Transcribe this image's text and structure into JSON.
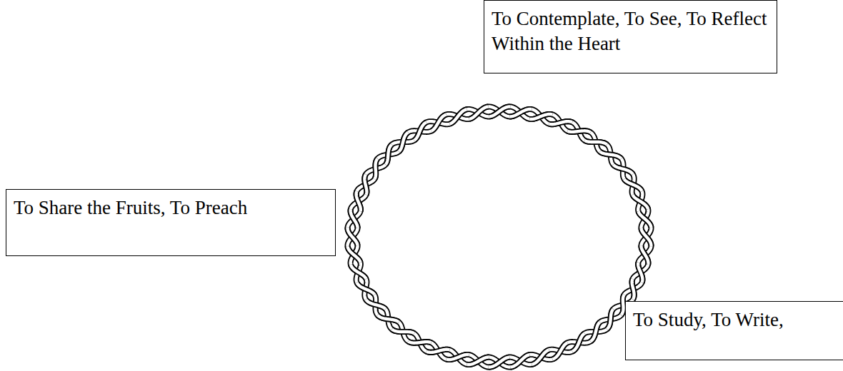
{
  "diagram": {
    "nodes": [
      {
        "text": [
          "To Contemplate, To See, To Reflect Within the Heart"
        ]
      },
      {
        "text": [
          "To Share the Fruits, To Preach"
        ]
      },
      {
        "text": [
          "To Study, To Write,"
        ]
      }
    ]
  }
}
